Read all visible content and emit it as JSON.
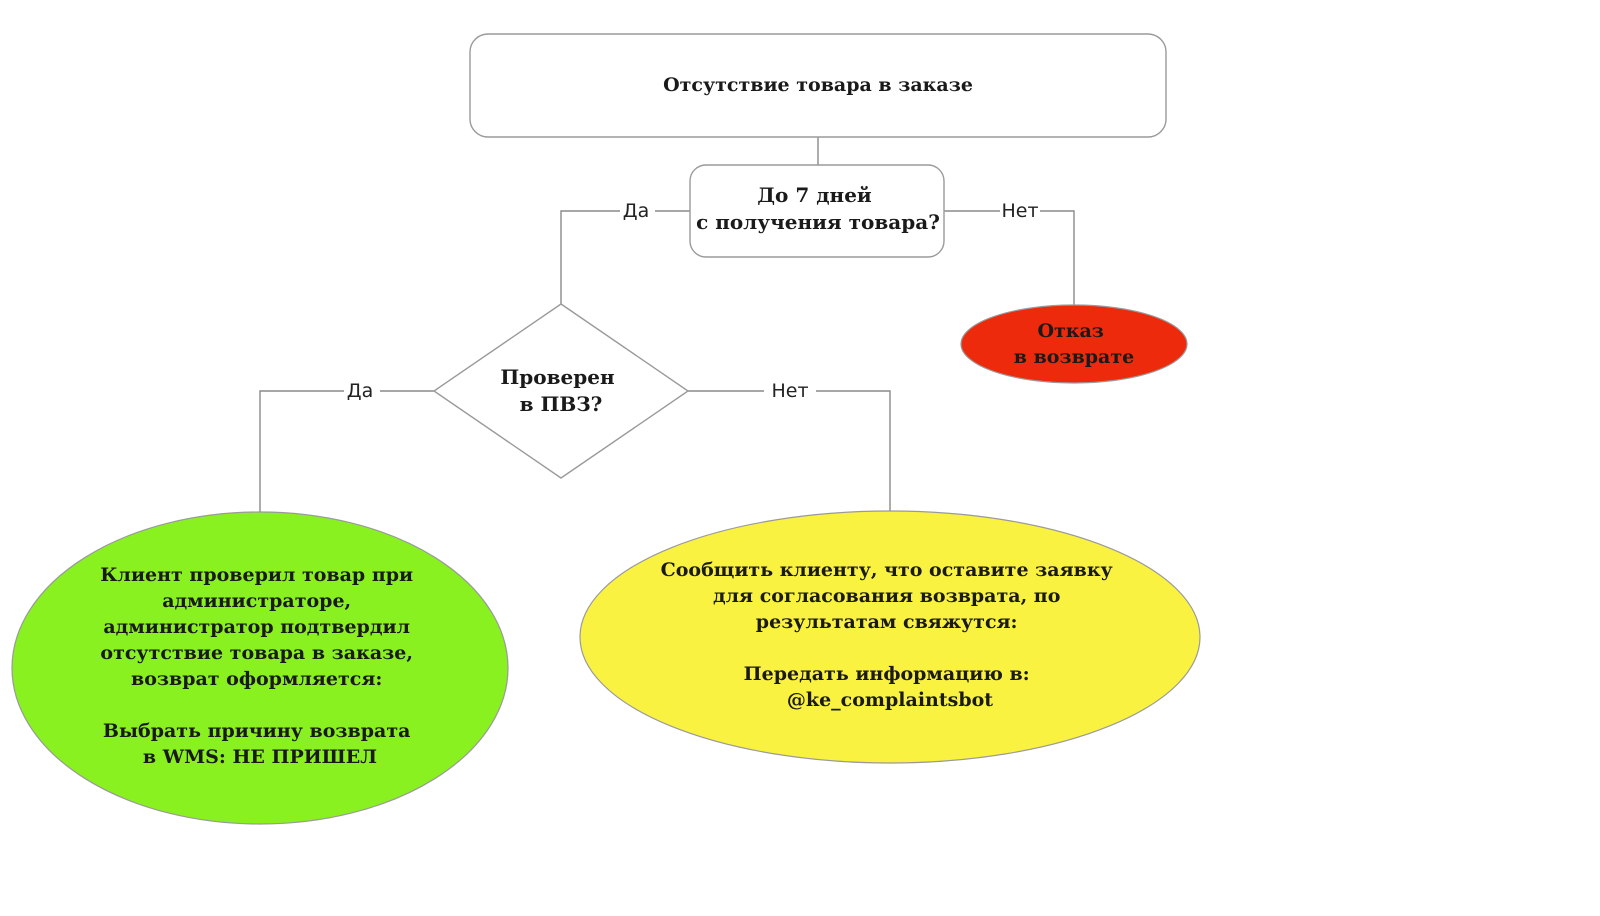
{
  "nodes": {
    "start": {
      "lines": [
        "Отсутствие товара в заказе"
      ]
    },
    "days_check": {
      "lines": [
        "До 7 дней",
        "с получения товара?"
      ]
    },
    "pvz_check": {
      "lines": [
        "Проверен",
        "в ПВЗ?"
      ]
    },
    "refusal": {
      "lines": [
        "Отказ",
        "в возврате"
      ],
      "fill": "#ee2a0c"
    },
    "approved": {
      "lines": [
        "Клиент проверил товар при",
        "администраторе,",
        "администратор подтвердил",
        "отсутствие товара в заказе,",
        "возврат оформляется:",
        "",
        "Выбрать причину возврата",
        "в WMS: НЕ ПРИШЕЛ"
      ],
      "fill": "#88f11f"
    },
    "escalate": {
      "lines": [
        "Сообщить клиенту, что оставите заявку",
        "для согласования возврата, по",
        "результатам свяжутся:",
        "",
        "Передать информацию в:",
        "@ke_complaintsbot"
      ],
      "fill": "#faf240"
    }
  },
  "edges": {
    "days_yes": "Да",
    "days_no": "Нет",
    "pvz_yes": "Да",
    "pvz_no": "Нет"
  },
  "colors": {
    "line": "#8a8a8a",
    "border": "#9a9a9a"
  }
}
